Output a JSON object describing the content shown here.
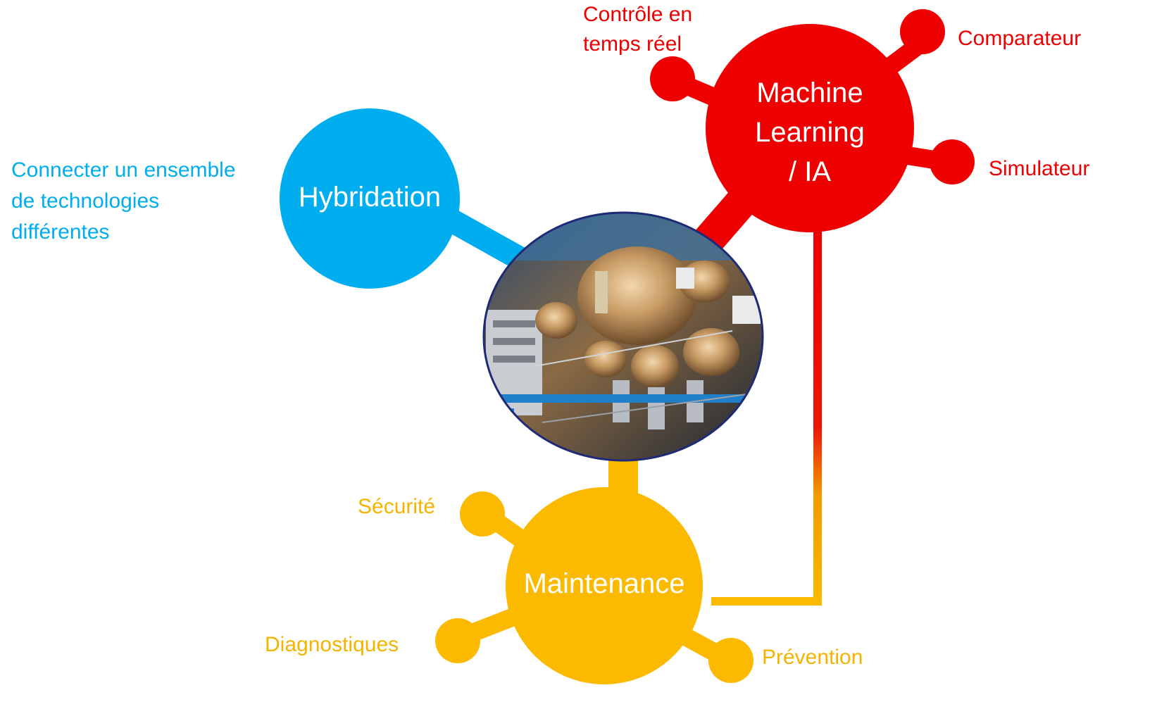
{
  "colors": {
    "hybridation": "#00adef",
    "machine_learning": "#ee0000",
    "maintenance": "#fbb900"
  },
  "center": {
    "image": "ultra-high-vacuum-machine-photo"
  },
  "hybridation": {
    "title": "Hybridation",
    "description_lines": [
      "Connecter un ensemble",
      "de technologies",
      "différentes"
    ]
  },
  "machine_learning": {
    "title_lines": [
      "Machine",
      "Learning",
      "/ IA"
    ],
    "branches": {
      "realtime_lines": [
        "Contrôle en",
        "temps réel"
      ],
      "comparator": "Comparateur",
      "simulator": "Simulateur"
    }
  },
  "maintenance": {
    "title": "Maintenance",
    "branches": {
      "security": "Sécurité",
      "diagnostics": "Diagnostiques",
      "prevention": "Prévention"
    }
  }
}
